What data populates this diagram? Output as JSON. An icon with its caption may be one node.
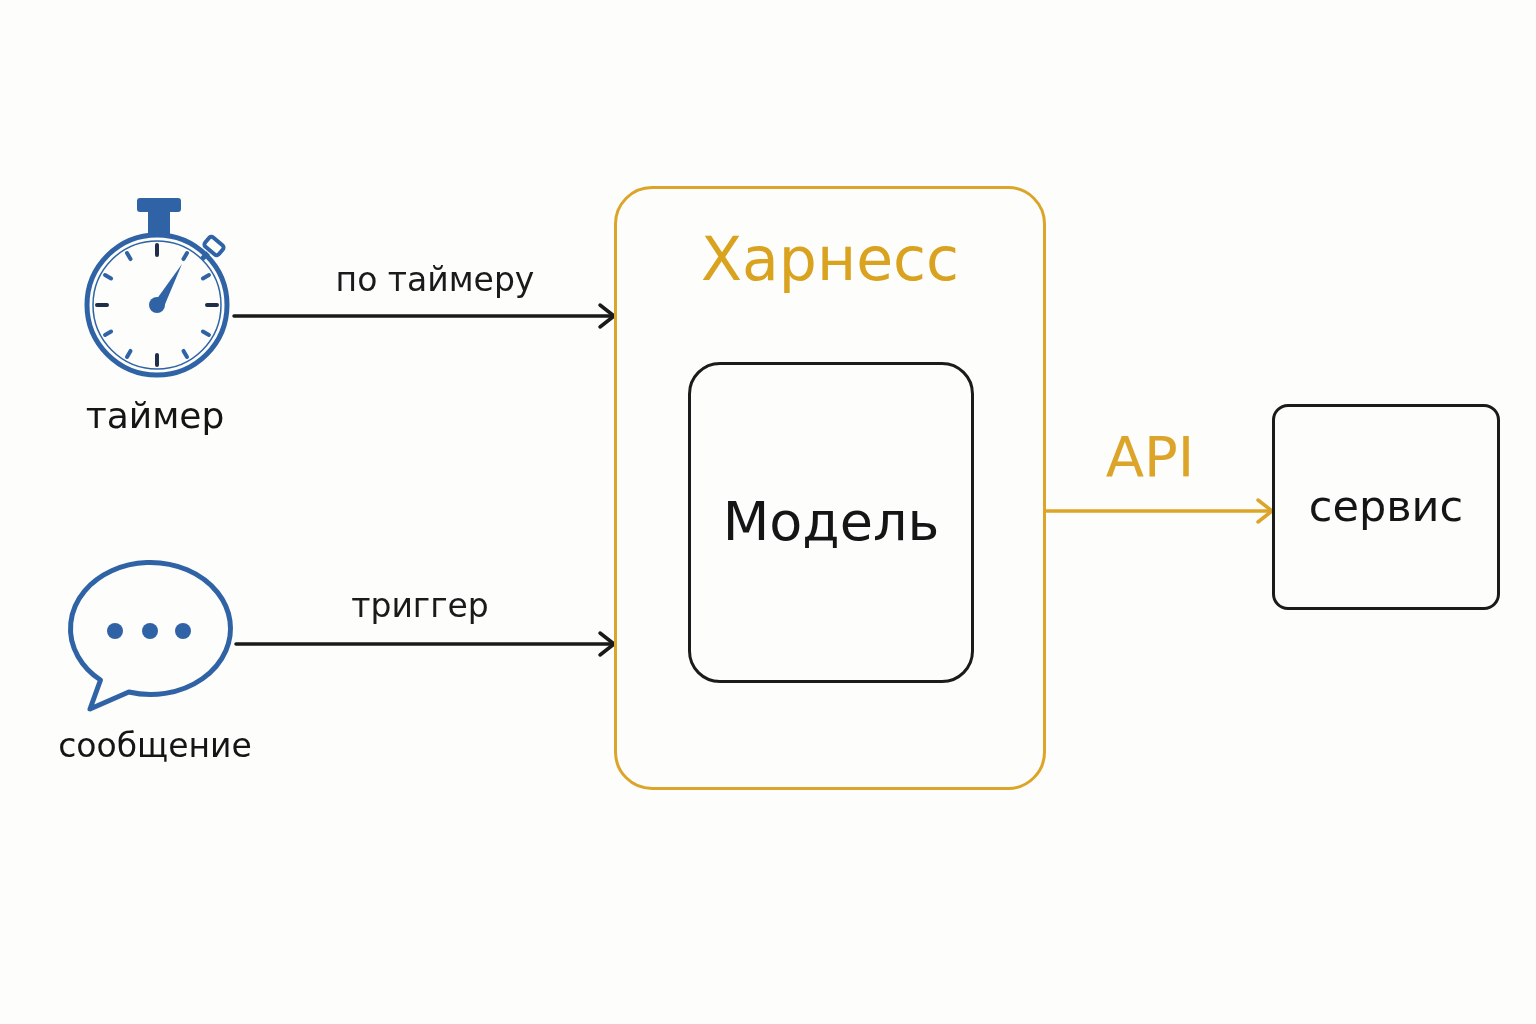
{
  "diagram": {
    "nodes": [
      {
        "text": [],
        "shape": "picture",
        "beside": [
          "таймер"
        ]
      },
      {
        "text": [],
        "shape": "picture",
        "beside": [
          "сообщение"
        ]
      },
      {
        "text": [
          "Харнесс"
        ]
      },
      {
        "text": [
          "Модель"
        ],
        "in": 2
      },
      {
        "text": [
          "сервис"
        ]
      }
    ],
    "edges": [
      {
        "from": 0,
        "to": 2,
        "label": "по таймеру",
        "arrow": "to"
      },
      {
        "from": 1,
        "to": 2,
        "label": "триггер",
        "arrow": "to"
      },
      {
        "from": 2,
        "to": 4,
        "label": "API",
        "arrow": "to",
        "color": "#dca52a"
      }
    ]
  }
}
